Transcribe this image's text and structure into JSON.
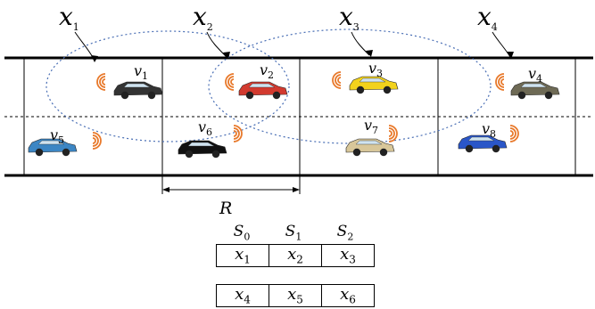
{
  "zone_labels": [
    {
      "base": "x",
      "sub": "1"
    },
    {
      "base": "x",
      "sub": "2"
    },
    {
      "base": "x",
      "sub": "3"
    },
    {
      "base": "x",
      "sub": "4"
    }
  ],
  "vehicles": [
    {
      "base": "v",
      "sub": "1",
      "color": "#333333"
    },
    {
      "base": "v",
      "sub": "2",
      "color": "#d23a2f"
    },
    {
      "base": "v",
      "sub": "3",
      "color": "#f2d21c"
    },
    {
      "base": "v",
      "sub": "4",
      "color": "#6e6a55"
    },
    {
      "base": "v",
      "sub": "5",
      "color": "#3c86c4"
    },
    {
      "base": "v",
      "sub": "6",
      "color": "#111111"
    },
    {
      "base": "v",
      "sub": "7",
      "color": "#d8c79a"
    },
    {
      "base": "v",
      "sub": "8",
      "color": "#2a56c8"
    }
  ],
  "range_label": "R",
  "table": {
    "headers": [
      {
        "base": "S",
        "sub": "0"
      },
      {
        "base": "S",
        "sub": "1"
      },
      {
        "base": "S",
        "sub": "2"
      }
    ],
    "row1": [
      {
        "base": "x",
        "sub": "1"
      },
      {
        "base": "x",
        "sub": "2"
      },
      {
        "base": "x",
        "sub": "3"
      }
    ],
    "row2": [
      {
        "base": "x",
        "sub": "4"
      },
      {
        "base": "x",
        "sub": "5"
      },
      {
        "base": "x",
        "sub": "6"
      }
    ]
  },
  "colors": {
    "road_line": "#000000",
    "ellipse": "#4a6fb5",
    "signal": "#e8792b"
  }
}
